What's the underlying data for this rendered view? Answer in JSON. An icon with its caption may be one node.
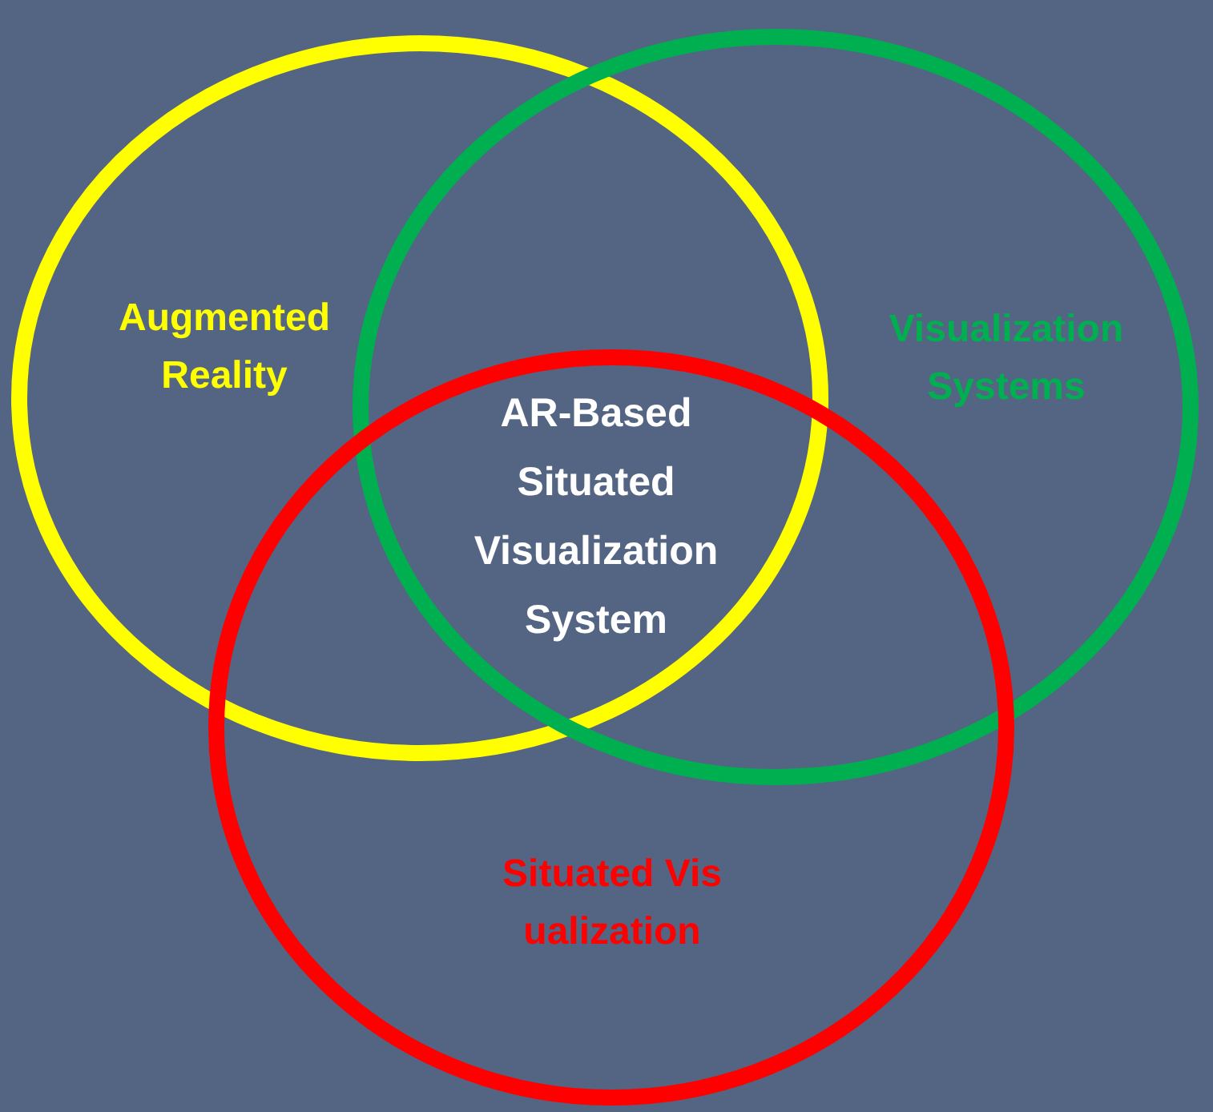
{
  "diagram": {
    "nodes": [
      {
        "text": [
          "Augmented Reality"
        ]
      },
      {
        "text": [
          "Visualization Systems"
        ]
      },
      {
        "text": [
          "Situated Visualization"
        ]
      }
    ],
    "labels": [
      "AR-Based Situated Visualization System"
    ]
  }
}
